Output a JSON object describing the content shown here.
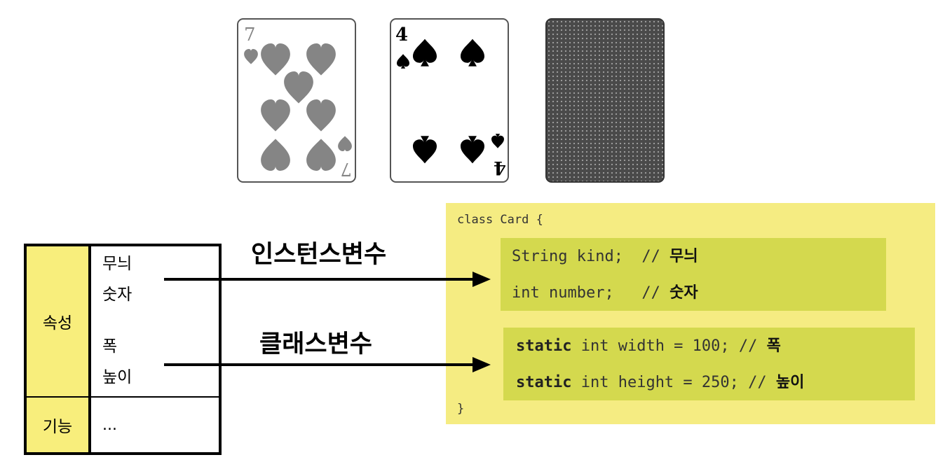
{
  "cards": [
    {
      "rank": "7",
      "suit": "heart",
      "color": "#858585",
      "face": "up"
    },
    {
      "rank": "4",
      "suit": "spade",
      "color": "#000000",
      "face": "up"
    },
    {
      "face": "down",
      "color": "#4a4a4a"
    }
  ],
  "table": {
    "attr_label": "속성",
    "func_label": "기능",
    "items": [
      "무늬",
      "숫자",
      "폭",
      "높이"
    ],
    "func_value": "..."
  },
  "labels": {
    "instance_vars": "인스턴스변수",
    "class_vars": "클래스변수"
  },
  "code": {
    "class_open": "class Card {",
    "class_close": "}",
    "instance_lines": [
      {
        "code": "String kind;  // ",
        "comment": "무늬"
      },
      {
        "code": "int number;   // ",
        "comment": "숫자"
      }
    ],
    "class_lines": [
      {
        "keyword": "static",
        "code": " int width = 100; // ",
        "comment": "폭"
      },
      {
        "keyword": "static",
        "code": " int height = 250; // ",
        "comment": "높이"
      }
    ]
  },
  "colors": {
    "panel": "#f5ec82",
    "highlight": "#d4d94e",
    "table_side": "#f8ee7c"
  }
}
